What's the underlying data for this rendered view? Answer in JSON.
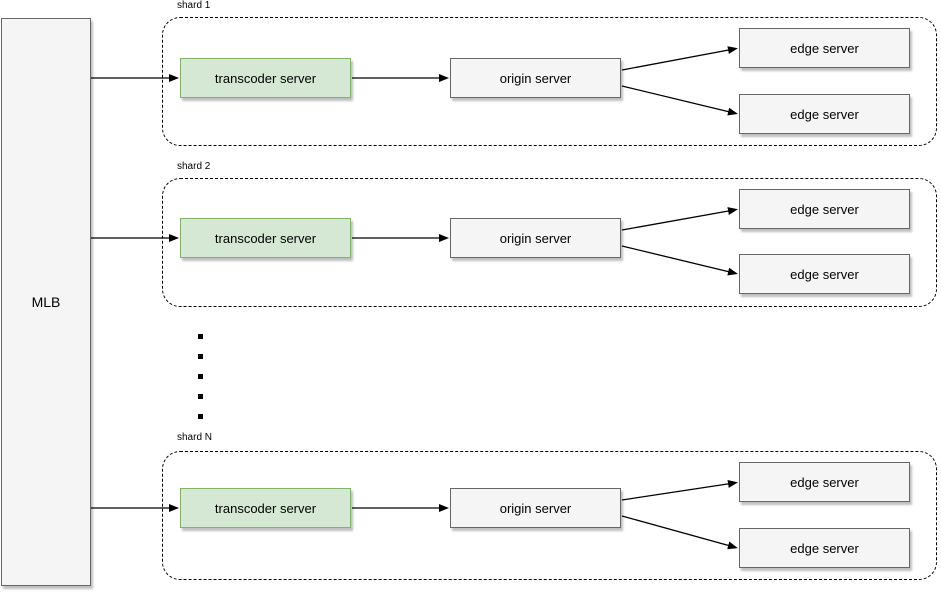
{
  "diagram": {
    "source": {
      "label": "MLB"
    },
    "shards": [
      {
        "label": "shard 1",
        "transcoder_label": "transcoder server",
        "origin_label": "origin server",
        "edge_labels": [
          "edge server",
          "edge server"
        ]
      },
      {
        "label": "shard 2",
        "transcoder_label": "transcoder server",
        "origin_label": "origin server",
        "edge_labels": [
          "edge server",
          "edge server"
        ]
      },
      {
        "label": "shard N",
        "transcoder_label": "transcoder server",
        "origin_label": "origin server",
        "edge_labels": [
          "edge server",
          "edge server"
        ]
      }
    ],
    "connections_per_shard": [
      {
        "from": "MLB",
        "to": "transcoder server"
      },
      {
        "from": "transcoder server",
        "to": "origin server"
      },
      {
        "from": "origin server",
        "to": "edge server (top)"
      },
      {
        "from": "origin server",
        "to": "edge server (bottom)"
      }
    ],
    "ellipsis": {
      "dot_count": 5
    },
    "colors": {
      "background": "#ffffff",
      "transcoder_fill": "#d5e8d4",
      "transcoder_stroke": "#82b366",
      "server_fill": "#f5f5f5",
      "server_stroke": "#666666",
      "shard_border": "#000000",
      "arrow": "#000000"
    }
  }
}
